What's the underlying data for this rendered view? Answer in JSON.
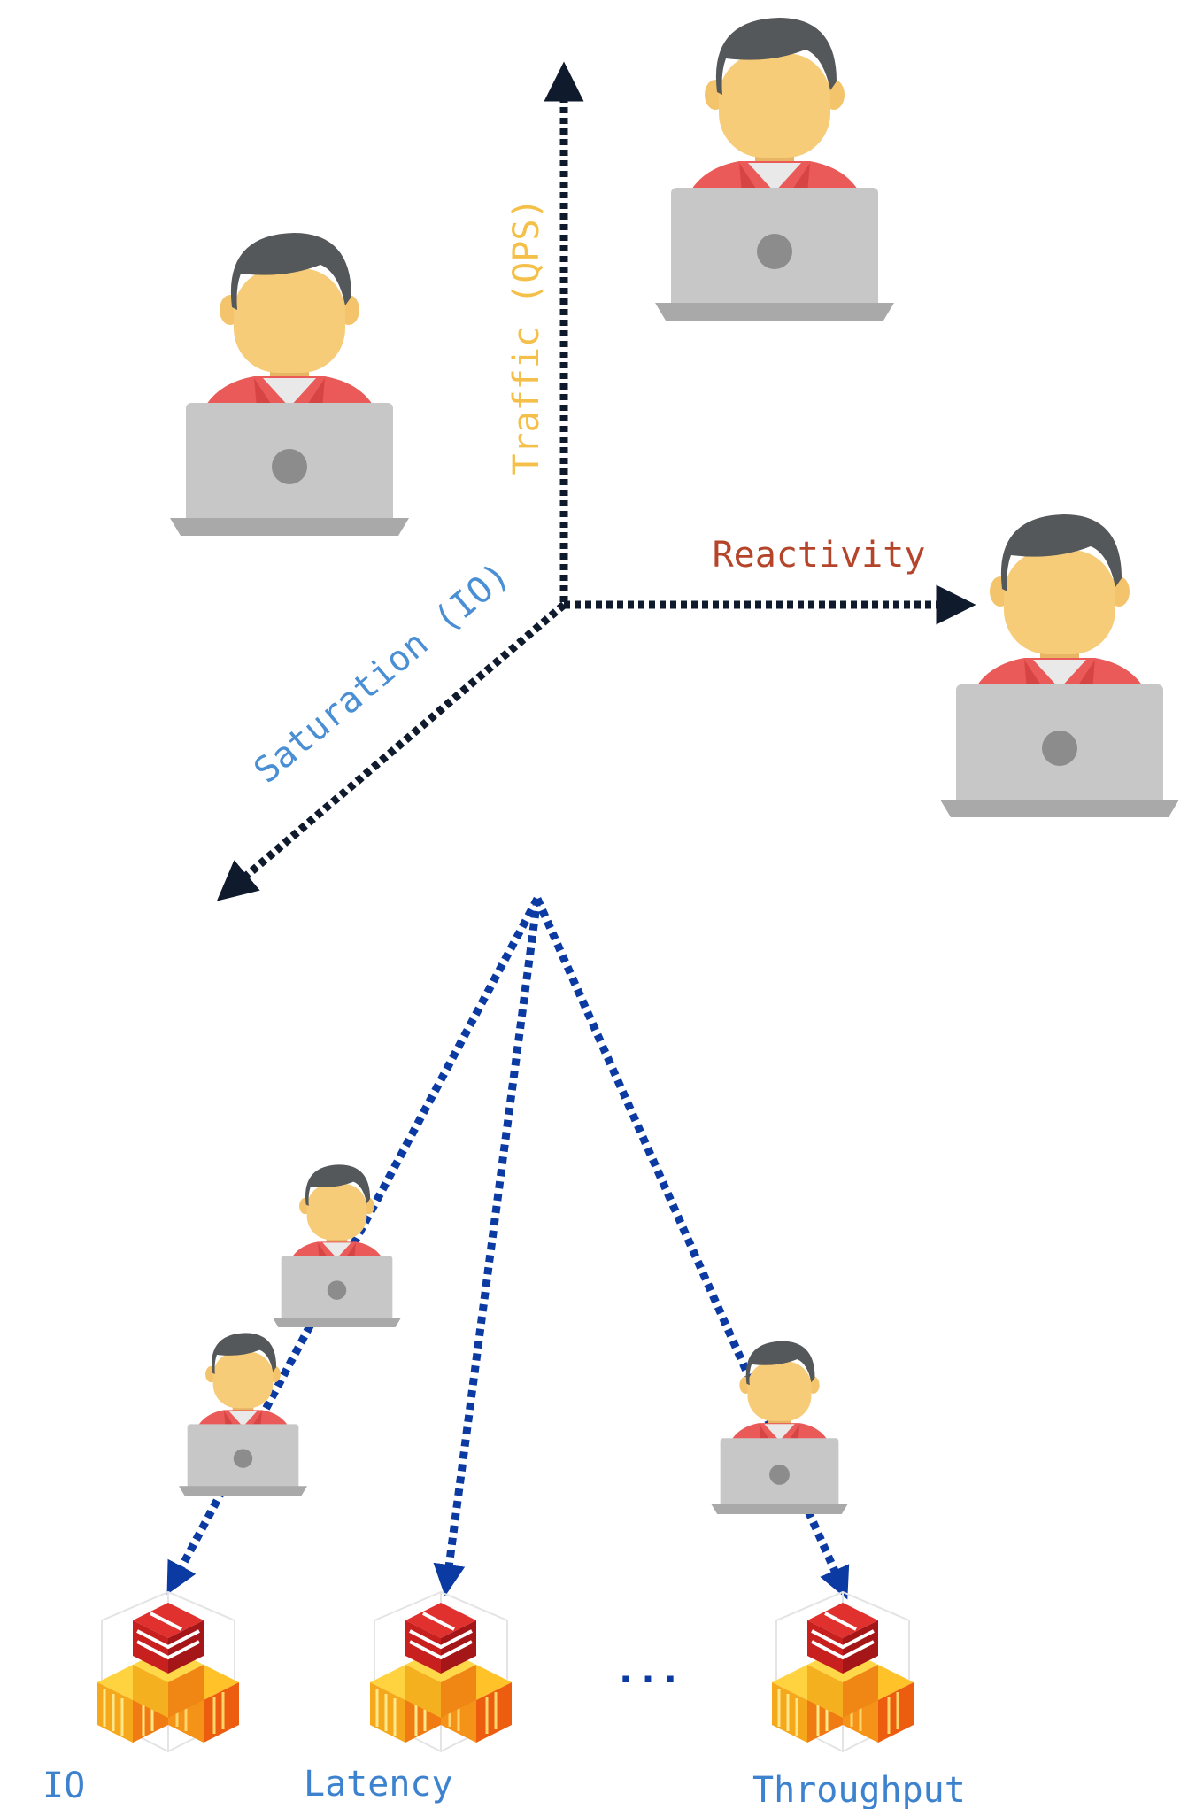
{
  "axes": {
    "traffic": {
      "label": "Traffic (QPS)",
      "color": "#f5c04a"
    },
    "reactivity": {
      "label": "Reactivity",
      "color": "#b5452a"
    },
    "saturation": {
      "label": "Saturation (IO)",
      "color": "#4a8fd4"
    }
  },
  "axis_line_color": "#0f1b2d",
  "fanout_line_color": "#0b3aa3",
  "servers": [
    {
      "label": "IO"
    },
    {
      "label": "Latency"
    },
    {
      "label": "Throughput"
    }
  ],
  "ellipsis": "...",
  "server_label_color": "#3d82cf",
  "icons": {
    "user": "user-laptop-icon",
    "server": "server-cubes-icon"
  }
}
